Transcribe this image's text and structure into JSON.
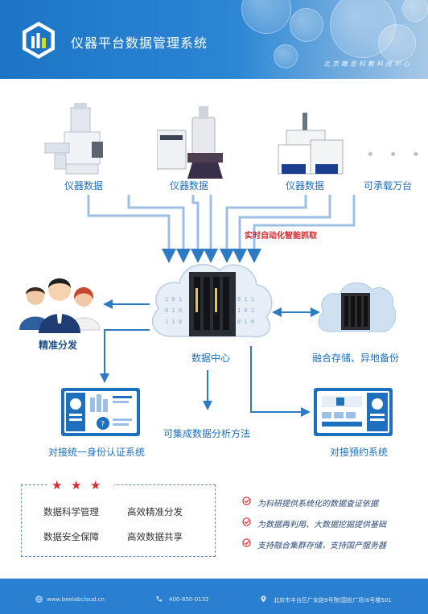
{
  "header": {
    "title": "仪器平台数据管理系统",
    "org": "北京瞰思科教科技中心"
  },
  "instruments": [
    {
      "label": "仪器数据"
    },
    {
      "label": "仪器数据"
    },
    {
      "label": "仪器数据"
    },
    {
      "label": "可承载万台"
    }
  ],
  "ellipsis": "• • •",
  "auto_capture": "实时自动化智能抓取",
  "data_center": "数据中心",
  "precise_distribution": "精准分发",
  "storage": "融合存储、异地备份",
  "analysis": "可集成数据分析方法",
  "identity_system": "对接统一身份认证系统",
  "booking_system": "对接预约系统",
  "features": {
    "stars": [
      "★",
      "★",
      "★"
    ],
    "items": [
      "数据科学管理",
      "高效精准分发",
      "数据安全保障",
      "高效数据共享"
    ]
  },
  "bullets": [
    "为科研提供系统化的数据查证依据",
    "为数据再利用、大数据挖掘提供基础",
    "支持融合集群存储，支持国产服务器"
  ],
  "footer": {
    "website": "www.beelabcloud.cn",
    "phone": "400-850-0132",
    "address": "北京市丰台区广安路9号院(国投广场)6号楼501"
  },
  "colors": {
    "brand_blue": "#2a7fd0",
    "accent_red": "#d7282f",
    "label_blue": "#1f6fbf"
  }
}
